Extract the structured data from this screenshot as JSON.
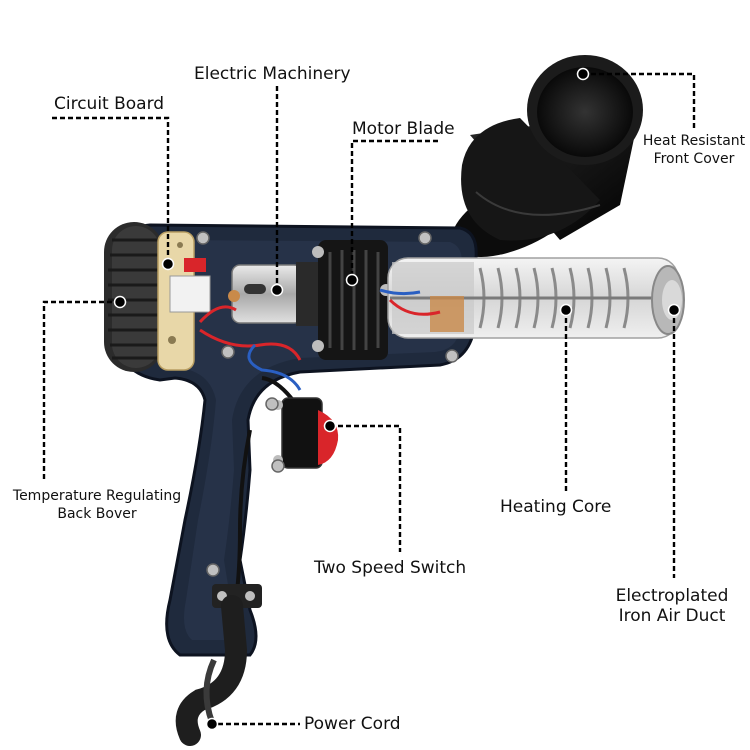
{
  "labels": {
    "circuit_board": "Circuit Board",
    "electric_machinery": "Electric Machinery",
    "motor_blade": "Motor Blade",
    "heat_resistant_front_cover": [
      "Heat Resistant",
      "Front Cover"
    ],
    "temperature_regulating_back_cover": [
      "Temperature Regulating",
      "Back Bover"
    ],
    "heating_core": "Heating Core",
    "two_speed_switch": "Two Speed Switch",
    "electroplated_iron_air_duct": [
      "Electroplated",
      "Iron Air Duct"
    ],
    "power_cord": "Power Cord"
  },
  "colors": {
    "body": "#1f2a3d",
    "body_edge": "#0d1320",
    "switch_red": "#d9252a",
    "copper": "#c98a4a",
    "circuit_board": "#e8d7a8",
    "silver": "#c9c9c9",
    "black": "#111111"
  }
}
